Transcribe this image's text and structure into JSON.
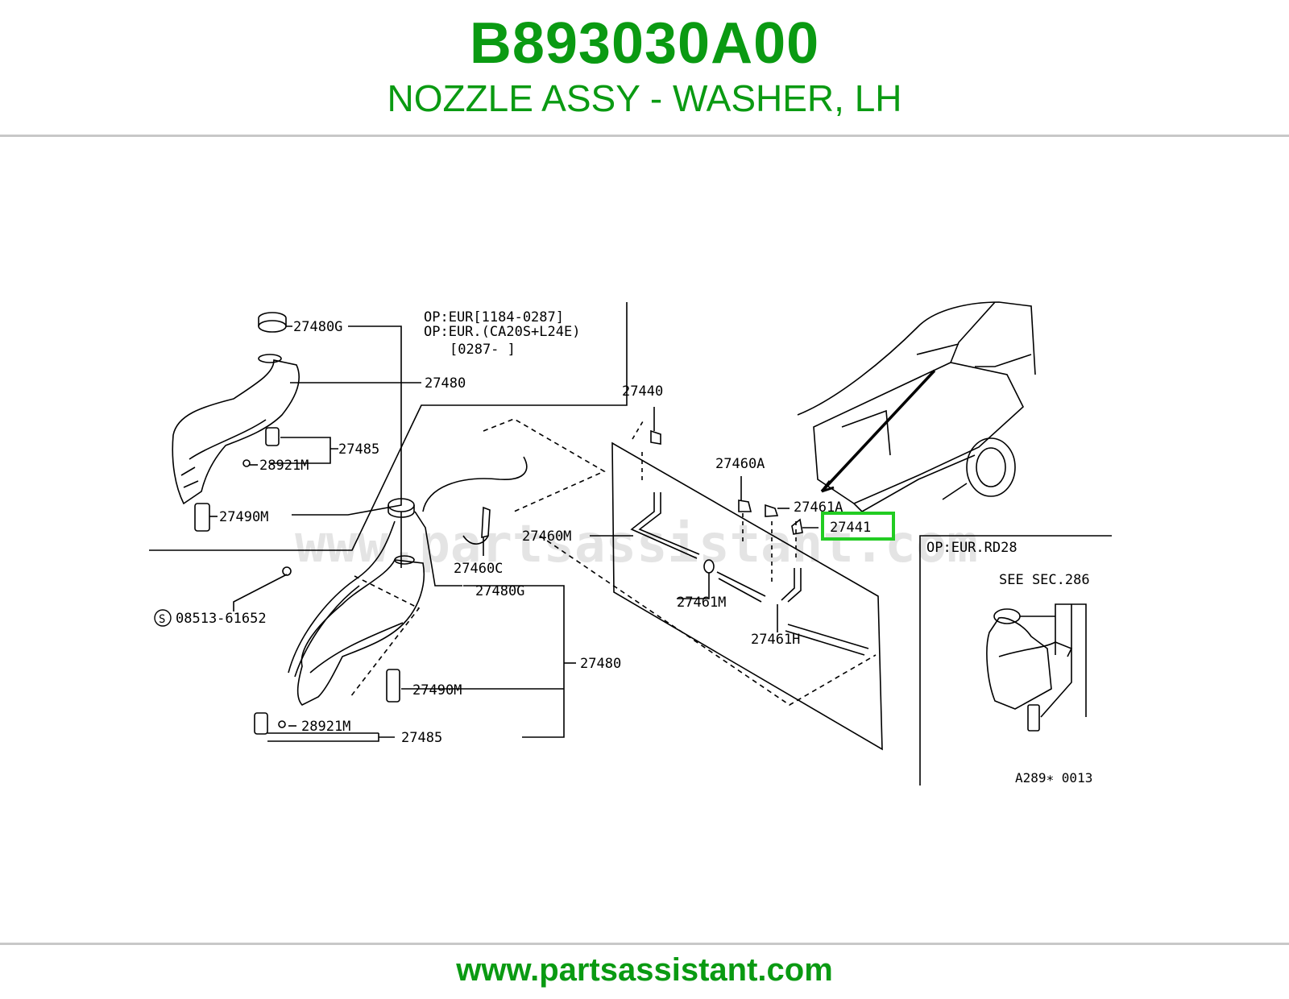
{
  "header": {
    "part_number": "B893030A00",
    "part_name": "NOZZLE ASSY - WASHER, LH"
  },
  "footer": {
    "link_text": "www.partsassistant.com"
  },
  "watermark": "www.partsassistant.com",
  "colors": {
    "brand_green": "#0a9a12",
    "highlight_green": "#22cc22",
    "rule_gray": "#c8c8c8",
    "line_black": "#000000"
  },
  "diagram": {
    "notes": {
      "applicability_1": "OP:EUR[1184-0287]",
      "applicability_2": "OP:EUR.(CA20S+L24E)",
      "applicability_3": "[0287-    ]",
      "variant": "OP:EUR.RD28",
      "see_section": "SEE SEC.286",
      "figure_code": "A289∗ 0013"
    },
    "labels": {
      "p27480G_a": "27480G",
      "p27480_a": "27480",
      "p27485_a": "27485",
      "p28921M_a": "28921M",
      "p27490M_a": "27490M",
      "p27440": "27440",
      "p27460A": "27460A",
      "p27461A": "27461A",
      "p27441": "27441",
      "p27460M": "27460M",
      "p27460C": "27460C",
      "p27461M": "27461M",
      "p27461H": "27461H",
      "p08513": "08513-61652",
      "p08513_prefix": "S",
      "p27480G_b": "27480G",
      "p27480_b": "27480",
      "p27490M_b": "27490M",
      "p28921M_b": "28921M",
      "p27485_b": "27485"
    },
    "highlighted_part": "27441"
  }
}
